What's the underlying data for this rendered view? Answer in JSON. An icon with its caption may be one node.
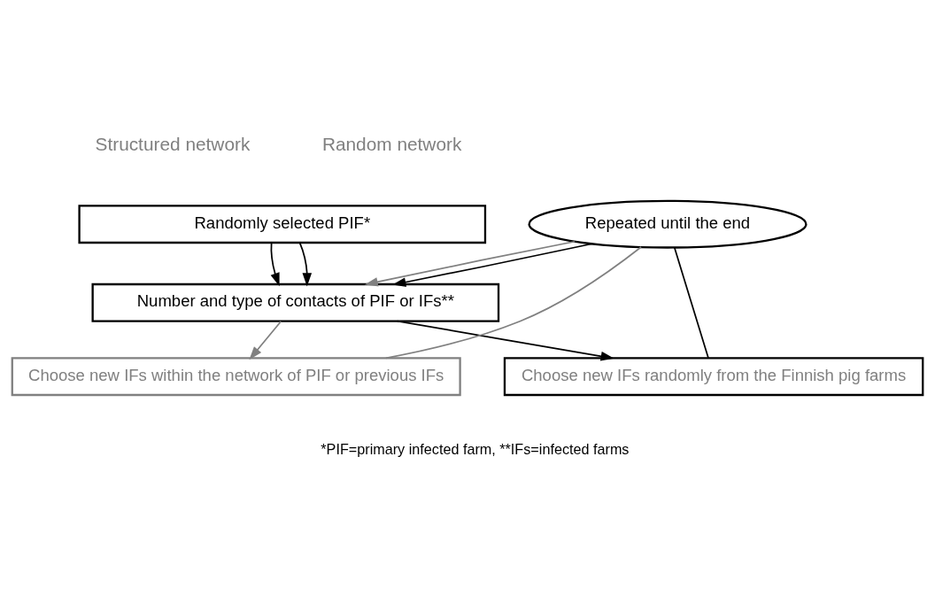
{
  "diagram": {
    "nodes": [
      {
        "text": [
          "Randomly selected PIF*"
        ]
      },
      {
        "text": [
          "Number and type of contacts of PIF or IFs**"
        ]
      },
      {
        "text": [
          "Repeated until the end"
        ]
      },
      {
        "text": [
          "Choose new IFs within the network of PIF or previous IFs"
        ]
      },
      {
        "text": [
          "Choose new IFs randomly from the Finnish pig farms"
        ]
      }
    ],
    "edges": [
      {
        "from": 0,
        "to": 1,
        "arrow": "to"
      },
      {
        "from": 0,
        "to": 1,
        "arrow": "to"
      },
      {
        "from": 1,
        "to": 3,
        "arrow": "to",
        "color": "#808080"
      },
      {
        "from": 1,
        "to": 4,
        "arrow": "to"
      },
      {
        "from": 3,
        "to": 2,
        "arrow": "none",
        "color": "#808080"
      },
      {
        "from": 2,
        "to": 1,
        "arrow": "to",
        "color": "#808080"
      },
      {
        "from": 4,
        "to": 2,
        "arrow": "none"
      },
      {
        "from": 2,
        "to": 1,
        "arrow": "to"
      }
    ],
    "labels": [
      "Structured network",
      "Random network",
      "*PIF=primary infected farm, **IFs=infected farms"
    ]
  }
}
